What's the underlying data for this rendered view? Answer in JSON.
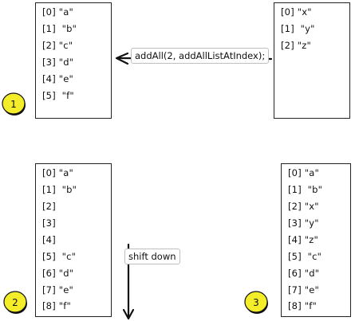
{
  "step1": {
    "badge": "1",
    "left_list": [
      "[0] \"a\"",
      "[1]  \"b\"",
      "[2] \"c\"",
      "[3] \"d\"",
      "[4] \"e\"",
      "[5]  \"f\""
    ],
    "right_list": [
      "[0] \"x\"",
      "[1]  \"y\"",
      "[2] \"z\""
    ],
    "callout": "addAll(2, addAllListAtIndex);"
  },
  "step2": {
    "badge": "2",
    "list": [
      "[0] \"a\"",
      "[1]  \"b\"",
      "[2]",
      "[3]",
      "[4]",
      "[5]  \"c\"",
      "[6] \"d\"",
      "[7] \"e\"",
      "[8] \"f\""
    ],
    "callout": "shift down"
  },
  "step3": {
    "badge": "3",
    "list": [
      "[0] \"a\"",
      "[1]  \"b\"",
      "[2] \"x\"",
      "[3] \"y\"",
      "[4] \"z\"",
      "[5]  \"c\"",
      "[6] \"d\"",
      "[7] \"e\"",
      "[8] \"f\""
    ]
  },
  "colors": {
    "badge_fill": "#f4ee2a",
    "stroke": "#111111"
  }
}
